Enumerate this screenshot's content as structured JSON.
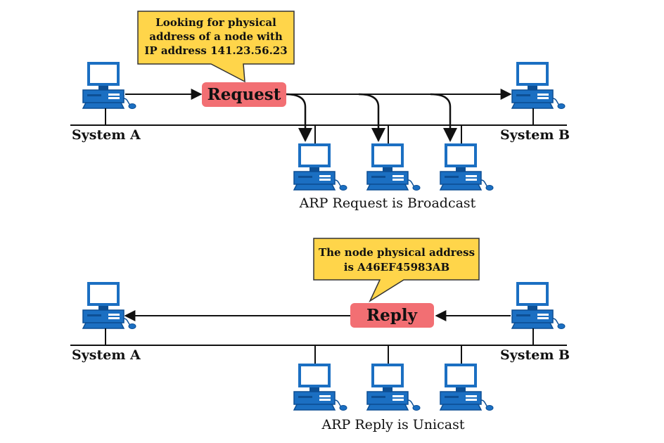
{
  "colors": {
    "callout_fill": "#ffd54a",
    "callout_stroke": "#333333",
    "pill_fill": "#f26f73",
    "computer_blue": "#1b6fc2",
    "computer_dark": "#0d4f94",
    "screen": "#ffffff",
    "line": "#111111"
  },
  "icons": {
    "computer": "desktop-computer-icon"
  },
  "top": {
    "callout_lines": [
      "Looking for physical",
      "address of a node with",
      "IP address 141.23.56.23"
    ],
    "pill_label": "Request",
    "system_a": "System A",
    "system_b": "System B",
    "caption": "ARP Request is Broadcast"
  },
  "bottom": {
    "callout_lines": [
      "The node physical address",
      "is A46EF45983AB"
    ],
    "pill_label": "Reply",
    "system_a": "System A",
    "system_b": "System B",
    "caption": "ARP Reply is Unicast"
  }
}
